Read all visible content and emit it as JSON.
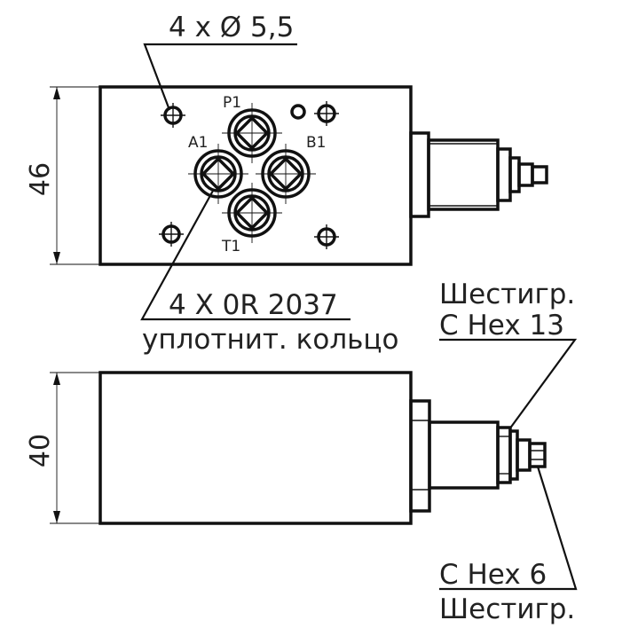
{
  "drawing": {
    "colors": {
      "line": "#111111",
      "text": "#222222",
      "background": "#ffffff"
    },
    "top_view": {
      "mounting_holes_label": "4 x Ø 5,5",
      "port_labels": {
        "p": "P1",
        "a": "A1",
        "b": "B1",
        "t": "T1"
      },
      "seal_label": "4 X 0R 2037",
      "seal_caption": "уплотнит. кольцо",
      "height_dimension": "46"
    },
    "side_view": {
      "height_dimension": "40",
      "hex_large": {
        "title": "Шестигр.",
        "size": "C Hex 13"
      },
      "hex_small": {
        "size": "C Hex 6",
        "title": "Шестигр."
      }
    }
  }
}
